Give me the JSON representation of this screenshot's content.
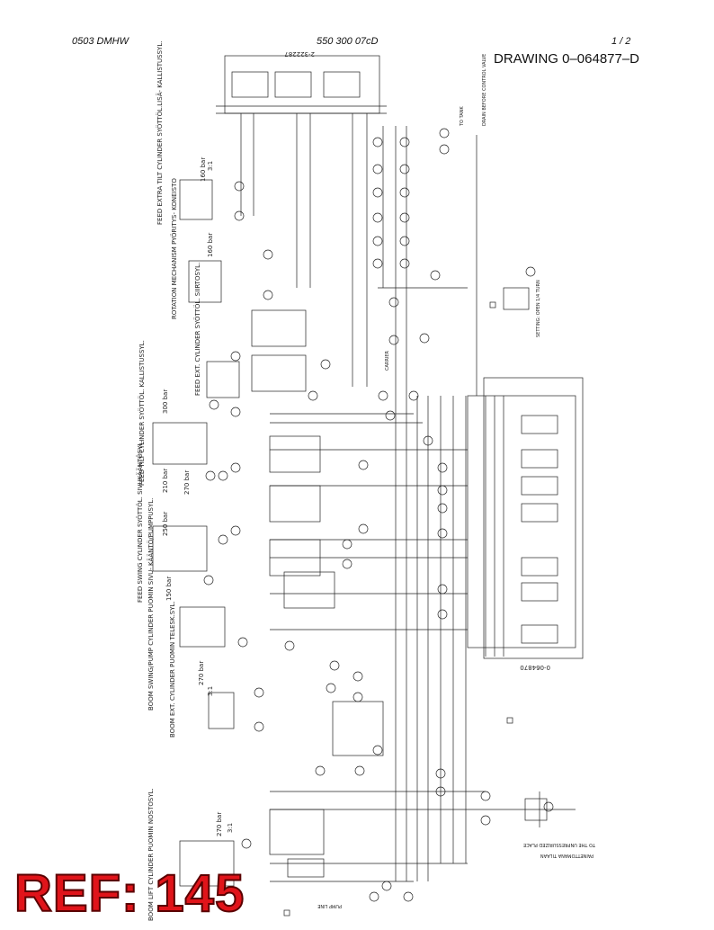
{
  "header": {
    "left_code": "0503 DMHW",
    "center_code": "550 300 07cD",
    "page": "1 /  2",
    "drawing": "DRAWING 0–064877–D"
  },
  "stamp": "REF: 145",
  "labels": {
    "feed_extra": "FEED EXTRA TILT CYLINDER SYÖTTÖL.LISÄ- KALLISTUSSYL.",
    "rotation": "ROTATION MECHANISM PYÖRITYS- KONEISTO",
    "feed_ext": "FEED EXT. CYLINDER SYÖTTÖL. SIIRTOSYL.",
    "feed_tilt": "FEED TILT CYLINDER SYÖTTÖL. KALLISTUSSYL.",
    "feed_swing": "FEED SWING CYLINDER SYÖTTÖL. SIVUKÄÄNTÖSYL.",
    "boom_swing": "BOOM SWING/PUMP CYLINDER PUOMIN SIVU- KÄÄNTÖ/PUMPPUSYL.",
    "boom_ext": "BOOM EXT. CYLINDER PUOMIN TELESK.SYL.",
    "boom_lift": "BOOM LIFT CYLINDER PUOMIN NOSTOSYL.",
    "p_160_a": "160 bar",
    "p_160_b": "160 bar",
    "p_300": "300 bar",
    "p_210": "210 bar",
    "p_270_a": "270 bar",
    "p_250": "250 bar",
    "p_150": "150 bar",
    "p_270_b": "270 bar",
    "p_270_c": "270 bar",
    "ratio_1": "3:1",
    "ratio_2": "3:1",
    "ratio_3": "3:1",
    "pump_line": "PUMP LINE",
    "carrier": "CARRIER",
    "ref_0064870": "0-064870",
    "ref_2322287": "2-322287",
    "note_1": "PAINETTOMANA TILAAN",
    "note_2": "TO THE UNPRESSURIZED PLACE",
    "note_3": "SETTING: OPEN 1/4 TURN",
    "note_4": "DRAIN BEFORE CONTROL VALVE",
    "to_tank": "TO TANK"
  }
}
